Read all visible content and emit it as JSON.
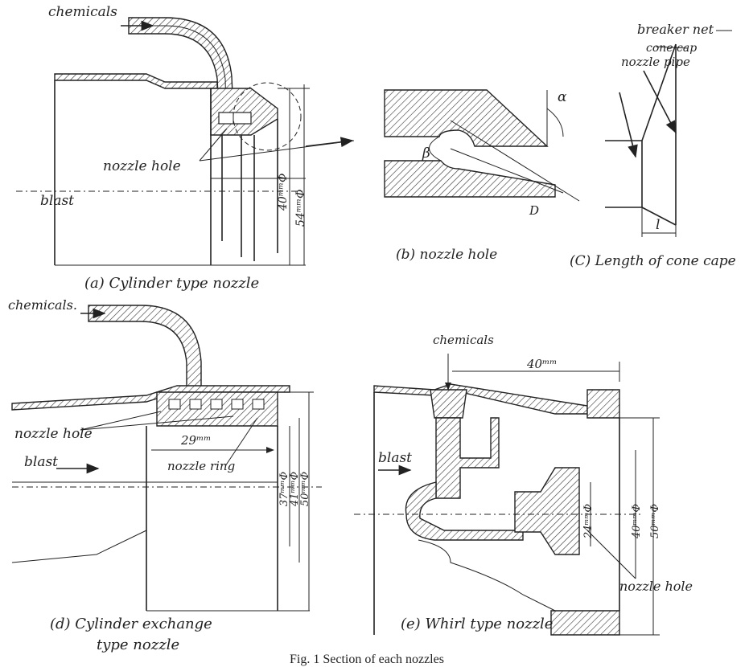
{
  "a": {
    "chemicals": "chemicals",
    "nozzle_hole": "nozzle hole",
    "blast": "blast",
    "dim_40": "40ᵐᵐΦ",
    "dim_54": "54ᵐᵐΦ",
    "caption": "(a) Cylinder type nozzle"
  },
  "b": {
    "alpha": "α",
    "beta": "β",
    "d": "D",
    "caption": "(b) nozzle hole"
  },
  "c": {
    "breaker_net": "breaker net",
    "cone_cap": "cone cap",
    "nozzle_pipe": "nozzle pipe",
    "l": "l",
    "caption": "(C) Length of cone cape"
  },
  "d": {
    "chemicals": "chemicals.",
    "nozzle_hole": "nozzle hole",
    "blast": "blast",
    "dim_29": "29ᵐᵐ",
    "nozzle_ring": "nozzle ring",
    "dim_37": "37ᵐᵐΦ",
    "dim_41": "41ᵐᵐΦ",
    "dim_50": "50ᵐᵐΦ",
    "caption_1": "(d) Cylinder exchange",
    "caption_2": "type nozzle"
  },
  "e": {
    "chemicals": "chemicals",
    "dim_40mm": "40ᵐᵐ",
    "blast": "blast",
    "dim_24": "24ᵐᵐΦ",
    "dim_40": "40ᵐᵐΦ",
    "dim_50": "50ᵐᵐΦ",
    "nozzle_hole": "nozzle hole",
    "caption": "(e) Whirl type nozzle"
  },
  "figure_caption": "Fig. 1  Section of each nozzles"
}
